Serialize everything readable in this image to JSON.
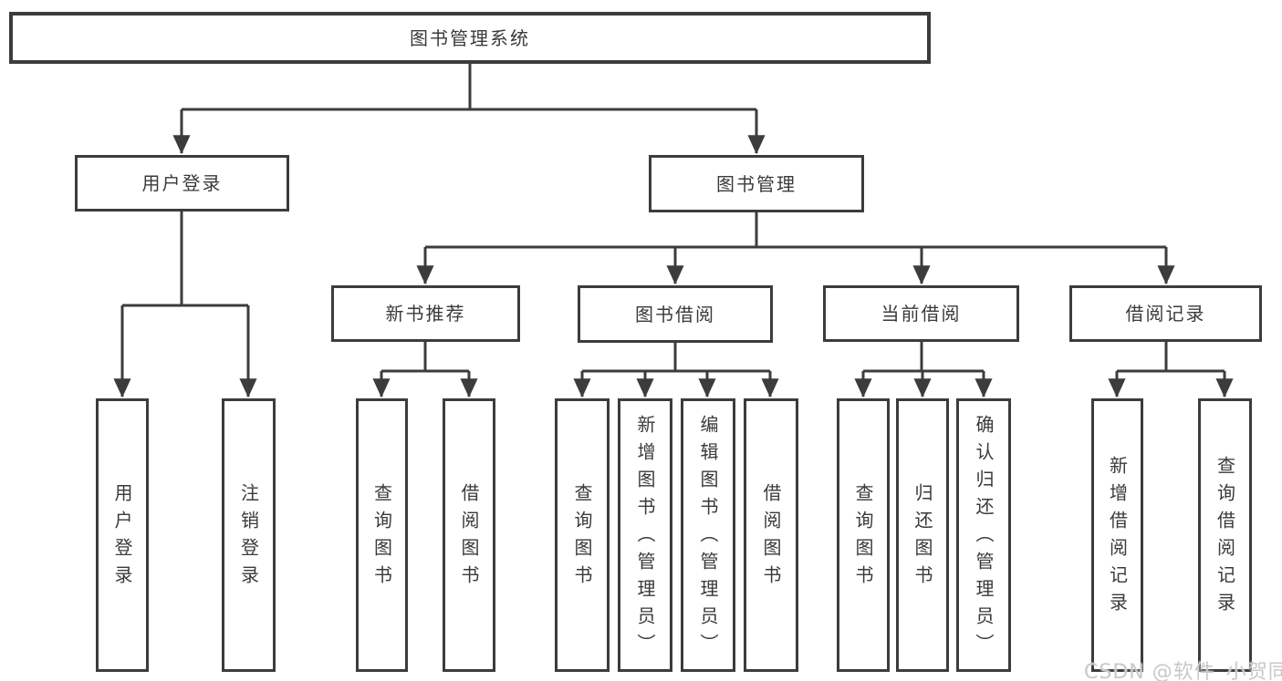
{
  "tree": {
    "label": "图书管理系统",
    "children": [
      {
        "label": "用户登录",
        "children": [
          {
            "label": "用户登录"
          },
          {
            "label": "注销登录"
          }
        ]
      },
      {
        "label": "图书管理",
        "children": [
          {
            "label": "新书推荐",
            "children": [
              {
                "label": "查询图书"
              },
              {
                "label": "借阅图书"
              }
            ]
          },
          {
            "label": "图书借阅",
            "children": [
              {
                "label": "查询图书"
              },
              {
                "label": "新增图书（管理员）"
              },
              {
                "label": "编辑图书（管理员）"
              },
              {
                "label": "借阅图书"
              }
            ]
          },
          {
            "label": "当前借阅",
            "children": [
              {
                "label": "查询图书"
              },
              {
                "label": "归还图书"
              },
              {
                "label": "确认归还（管理员）"
              }
            ]
          },
          {
            "label": "借阅记录",
            "children": [
              {
                "label": "新增借阅记录"
              },
              {
                "label": "查询借阅记录"
              }
            ]
          }
        ]
      }
    ]
  },
  "watermark": "CSDN @软件_小贺同学",
  "colors": {
    "line": "#3c3c3c",
    "text": "#3a3a3a",
    "box_bg": "#ffffff",
    "watermark": "#c8c8c8"
  }
}
